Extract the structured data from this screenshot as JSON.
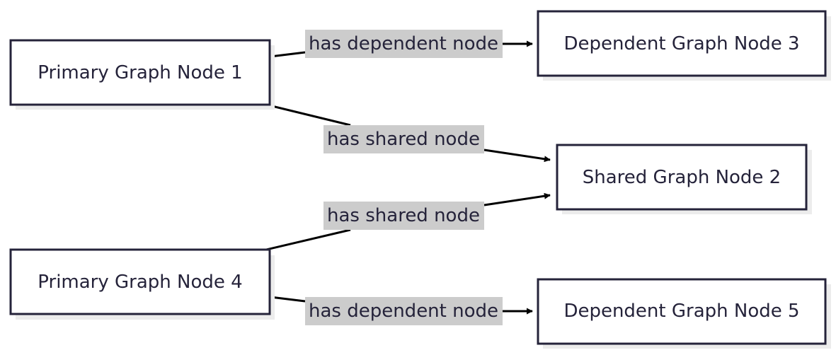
{
  "nodes": [
    {
      "id": "n1",
      "label": "Primary Graph Node 1"
    },
    {
      "id": "n2",
      "label": "Shared Graph Node 2"
    },
    {
      "id": "n3",
      "label": "Dependent Graph Node 3"
    },
    {
      "id": "n4",
      "label": "Primary Graph Node 4"
    },
    {
      "id": "n5",
      "label": "Dependent Graph Node 5"
    }
  ],
  "edges": [
    {
      "id": "e13",
      "from": "n1",
      "to": "n3",
      "label": "has dependent node"
    },
    {
      "id": "e12",
      "from": "n1",
      "to": "n2",
      "label": "has shared node"
    },
    {
      "id": "e42",
      "from": "n4",
      "to": "n2",
      "label": "has shared node"
    },
    {
      "id": "e45",
      "from": "n4",
      "to": "n5",
      "label": "has dependent node"
    }
  ],
  "colors": {
    "node_border": "#25233a",
    "node_fill": "#ffffff",
    "node_shadow": "#ececec",
    "edge": "#000000",
    "edge_label_bg": "#cccccc",
    "text": "#25233a"
  }
}
